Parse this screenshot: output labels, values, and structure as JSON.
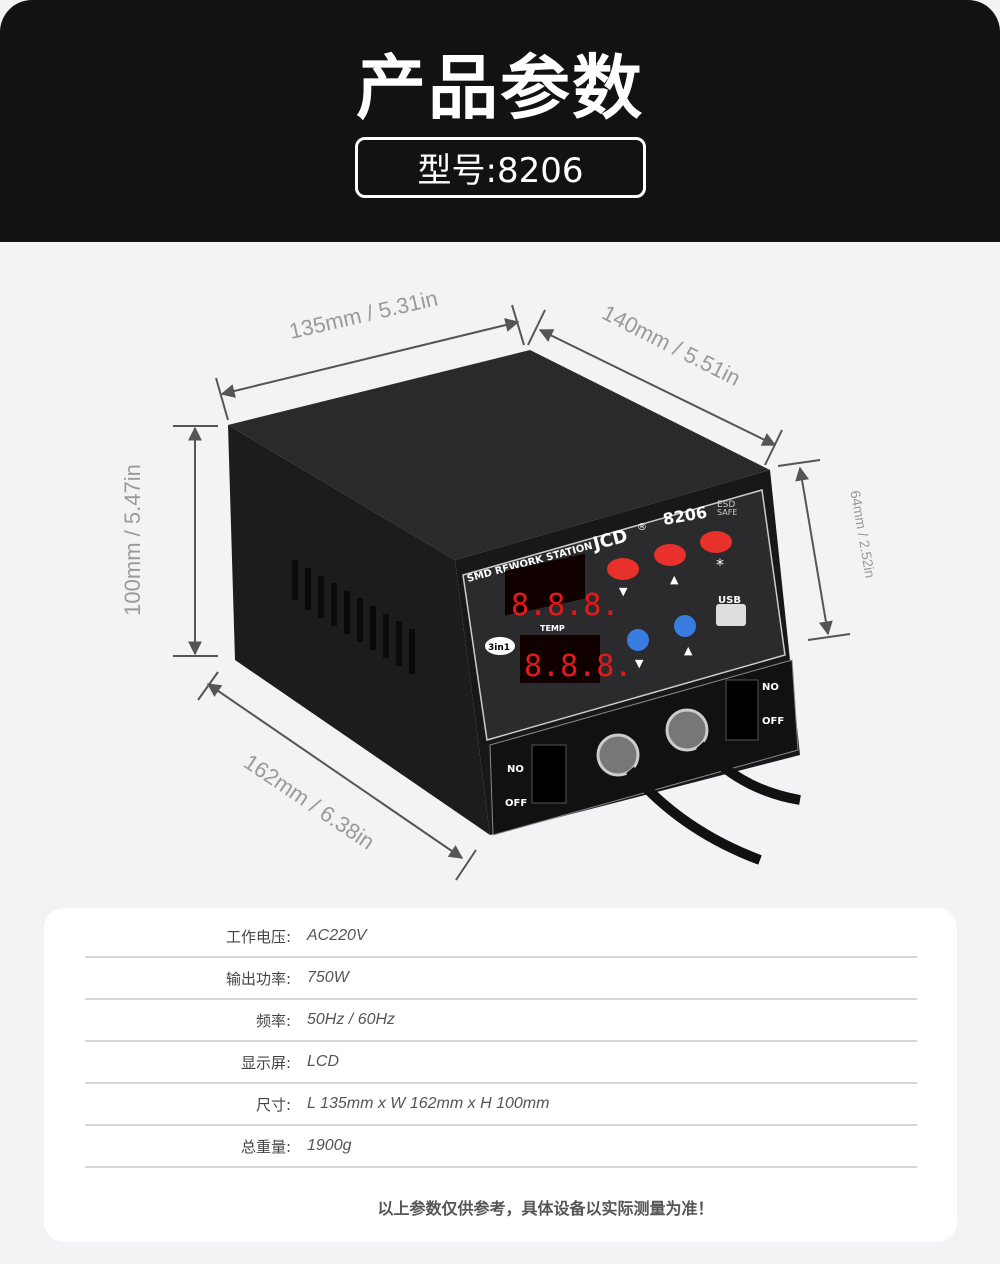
{
  "header": {
    "title": "产品参数",
    "model": "型号:8206"
  },
  "dimensions": {
    "length": "135mm / 5.31in",
    "width": "140mm / 5.51in",
    "height": "100mm / 5.47in",
    "panel_height": "64mm / 2.52in",
    "depth": "162mm / 6.38in"
  },
  "device": {
    "brand": "JCD",
    "registered": "®",
    "model": "8206",
    "esd": "ESD",
    "safe": "SAFE",
    "panel_title": "SMD REWORK STATION",
    "temp": "TEMP",
    "badge": "3in1",
    "usb": "USB",
    "display": "8.8.8.",
    "switch_on": "NO",
    "switch_off": "OFF",
    "down": "▼",
    "up": "▲",
    "star": "*",
    "colors": {
      "red_button": "#e8312b",
      "blue_button": "#3a7de0",
      "display": "#e21a1a"
    }
  },
  "specs": [
    {
      "label": "工作电压:",
      "value": "AC220V"
    },
    {
      "label": "输出功率:",
      "value": "750W"
    },
    {
      "label": "频率:",
      "value": "50Hz / 60Hz"
    },
    {
      "label": "显示屏:",
      "value": "LCD"
    },
    {
      "label": "尺寸:",
      "value": "L 135mm x W 162mm x H 100mm"
    },
    {
      "label": "总重量:",
      "value": "1900g"
    }
  ],
  "note": "以上参数仅供参考，具体设备以实际测量为准！"
}
